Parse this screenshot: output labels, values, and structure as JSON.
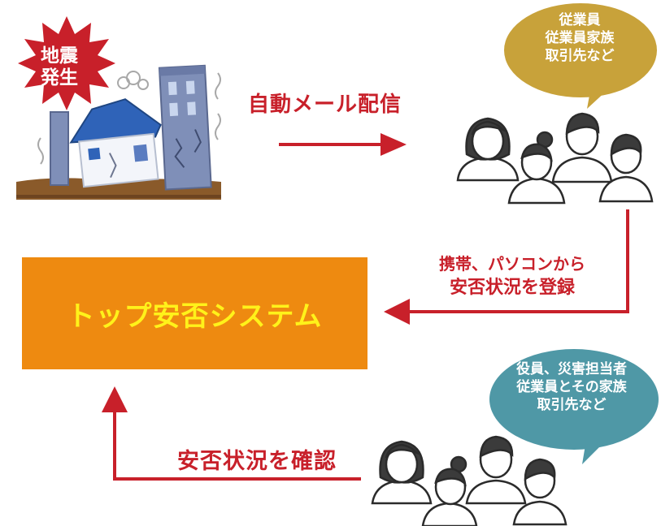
{
  "event": {
    "line1": "地震",
    "line2": "発生"
  },
  "flow": {
    "mail_label": "自動メール配信",
    "register_line1": "携帯、パソコンから",
    "register_line2": "安否状況を登録",
    "confirm_label": "安否状況を確認"
  },
  "system": {
    "title": "トップ安否システム"
  },
  "bubbles": [
    {
      "lines": [
        "従業員",
        "従業員家族",
        "取引先など"
      ],
      "color": "#c8a23a"
    },
    {
      "lines": [
        "役員、災害担当者",
        "従業員とその家族",
        "取引先など"
      ],
      "color": "#4f98a6"
    }
  ],
  "colors": {
    "arrow": "#c8202a",
    "system_box": "#ee8a10",
    "system_text": "#fff21a",
    "burst": "#c8202a"
  }
}
